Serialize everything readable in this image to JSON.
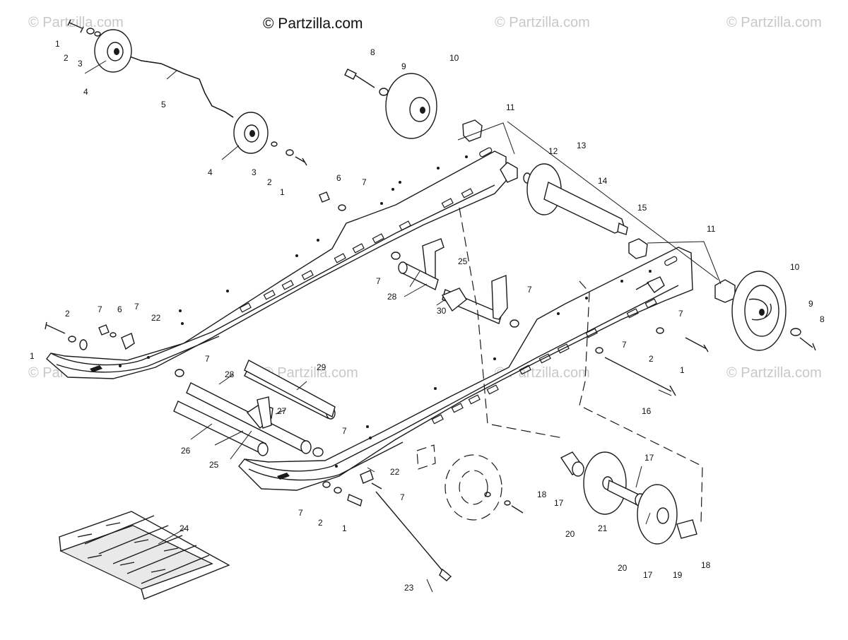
{
  "copyright": "© Partzilla.com",
  "watermarks": [
    "© Partzilla.com",
    "© Partzilla.com",
    "© Partzilla.com",
    "© Partzilla.com",
    "© Partzilla.com",
    "© Partzilla.com",
    "© Partzilla.com"
  ],
  "callouts": [
    "1",
    "2",
    "3",
    "4",
    "5",
    "4",
    "3",
    "2",
    "1",
    "8",
    "9",
    "10",
    "11",
    "12",
    "13",
    "14",
    "15",
    "11",
    "10",
    "9",
    "8",
    "6",
    "7",
    "7",
    "25",
    "28",
    "30",
    "7",
    "7",
    "7",
    "2",
    "1",
    "2",
    "7",
    "6",
    "7",
    "22",
    "1",
    "7",
    "28",
    "29",
    "27",
    "26",
    "25",
    "7",
    "16",
    "22",
    "7",
    "7",
    "2",
    "1",
    "17",
    "18",
    "17",
    "20",
    "21",
    "20",
    "17",
    "19",
    "18",
    "24",
    "23"
  ]
}
